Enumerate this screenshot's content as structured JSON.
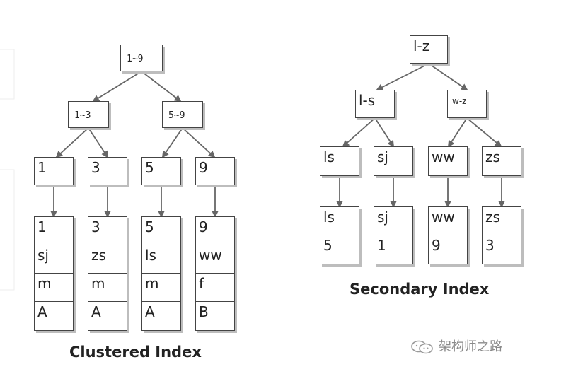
{
  "clustered": {
    "caption": "Clustered Index",
    "root": "1~9",
    "level2": [
      "1~3",
      "5~9"
    ],
    "leaves": [
      "1",
      "3",
      "5",
      "9"
    ],
    "rows": [
      [
        "1",
        "sj",
        "m",
        "A"
      ],
      [
        "3",
        "zs",
        "m",
        "A"
      ],
      [
        "5",
        "ls",
        "m",
        "A"
      ],
      [
        "9",
        "ww",
        "f",
        "B"
      ]
    ]
  },
  "secondary": {
    "caption": "Secondary Index",
    "root": "l-z",
    "level2": [
      "l-s",
      "w-z"
    ],
    "leaves": [
      "ls",
      "sj",
      "ww",
      "zs"
    ],
    "rows": [
      [
        "ls",
        "5"
      ],
      [
        "sj",
        "1"
      ],
      [
        "ww",
        "9"
      ],
      [
        "zs",
        "3"
      ]
    ]
  },
  "watermark": {
    "text": "架构师之路",
    "icon": "wechat-icon"
  },
  "colors": {
    "line": "#666666",
    "border": "#444444",
    "shadow": "#bdbdbd"
  }
}
